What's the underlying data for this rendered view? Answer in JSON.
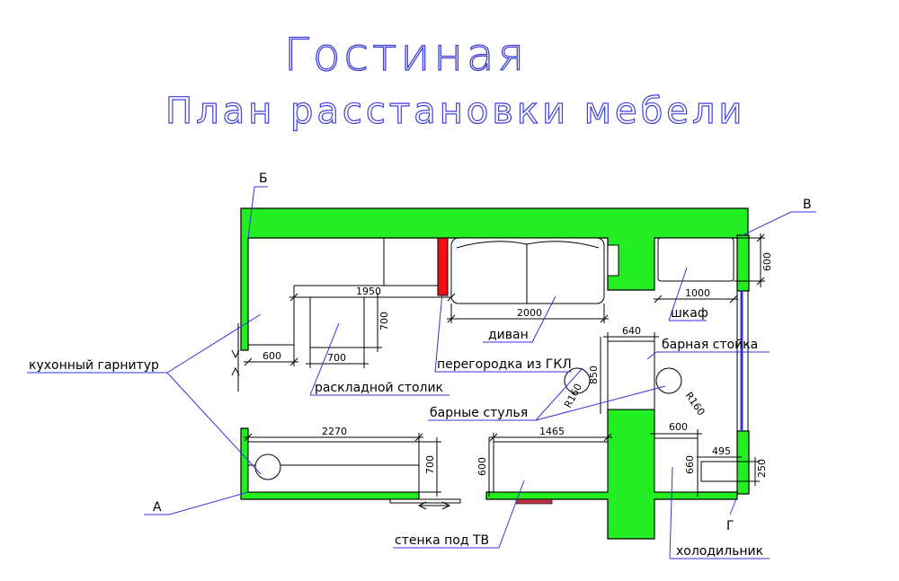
{
  "title": "Гостиная",
  "subtitle": "План расстановки мебели",
  "axes": {
    "b": "Б",
    "v": "В",
    "a": "А",
    "g": "Г"
  },
  "labels": {
    "kitchen": "кухонный гарнитур",
    "sofa": "диван",
    "wardrobe": "шкаф",
    "bar_counter": "барная стойка",
    "partition": "перегородка из ГКЛ",
    "folding_table": "раскладной столик",
    "bar_stools": "барные стулья",
    "tv_wall": "стенка под ТВ",
    "fridge": "холодильник"
  },
  "dimensions": {
    "d1950": "1950",
    "d2000": "2000",
    "d1000": "1000",
    "d600_wardrobe": "600",
    "d700_table_h": "700",
    "d700_table_w": "700",
    "d600_kitchen": "600",
    "d640": "640",
    "d850": "850",
    "r160_left": "R160",
    "r160_right": "R160",
    "d600_bar": "600",
    "d660": "660",
    "d495": "495",
    "d250": "250",
    "d2270": "2270",
    "d700_bottom": "700",
    "d1465": "1465",
    "d600_tv": "600"
  },
  "colors": {
    "title": "#4040d8",
    "wall": "#22ee22",
    "partition": "#ee1111",
    "leader": "#3333dd"
  }
}
